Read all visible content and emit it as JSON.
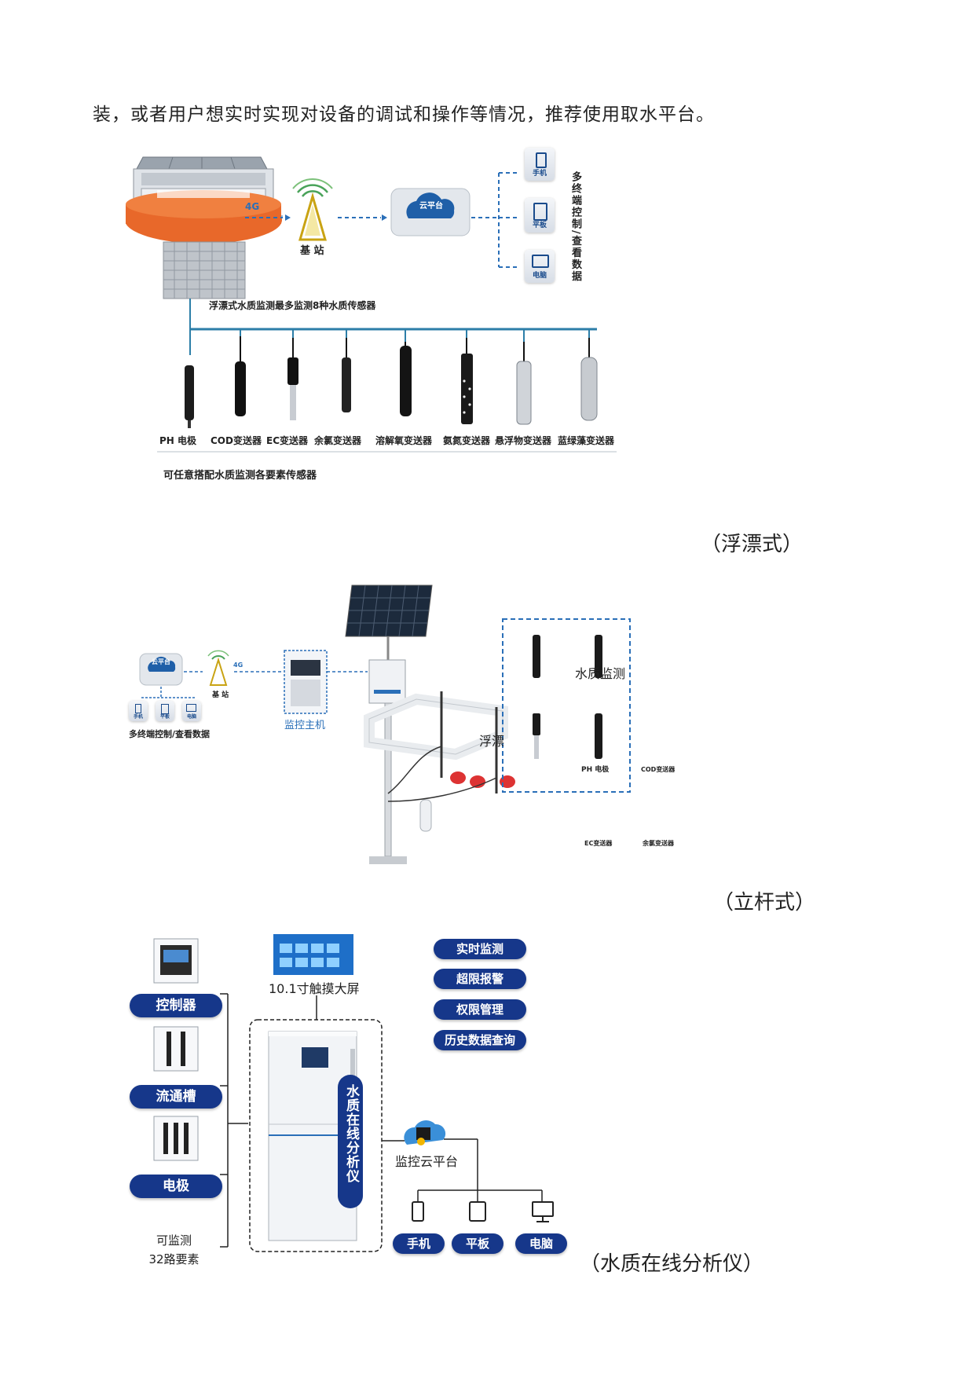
{
  "intro_text": "装，或者用户想实时实现对设备的调试和操作等情况，推荐使用取水平台。",
  "figure1": {
    "signal_label": "4G",
    "base_station": "基 站",
    "cloud": "云平台",
    "terminals": [
      "手机",
      "平板",
      "电脑"
    ],
    "side_label": "多终端控制/查看数据",
    "bus_label": "浮漂式水质监测最多监测8种水质传感器",
    "sensors": [
      "PH 电极",
      "COD变送器",
      "EC变送器",
      "余氯变送器",
      "溶解氧变送器",
      "氨氮变送器",
      "悬浮物变送器",
      "蓝绿藻变送器"
    ],
    "footer_label": "可任意搭配水质监测各要素传感器",
    "caption": "（浮漂式）"
  },
  "figure2": {
    "cloud": "云平台",
    "signal_label": "4G",
    "base_station": "基 站",
    "host_label": "监控主机",
    "terminals": [
      "手机",
      "平板",
      "电脑"
    ],
    "terminal_label": "多终端控制/查看数据",
    "float_label": "浮漂",
    "box_title": "水质监测",
    "box_sensors": [
      "PH 电极",
      "COD变送器",
      "EC变送器",
      "余氯变送器"
    ],
    "caption": "（立杆式）"
  },
  "figure3": {
    "left_items": [
      "控制器",
      "流通槽",
      "电极"
    ],
    "monitor_text": "可监测\n32路要素",
    "screen_label": "10.1寸触摸大屏",
    "features": [
      "实时监测",
      "超限报警",
      "权限管理",
      "历史数据查询"
    ],
    "analyzer_label": "水质在线分析仪",
    "cloud_label": "监控云平台",
    "terminals": [
      "手机",
      "平板",
      "电脑"
    ],
    "caption": "（水质在线分析仪）"
  },
  "colors": {
    "dashed_blue": "#2a6fb8",
    "navy_pill": "#16378a",
    "buoy_orange": "#e8682a",
    "bus_teal": "#2c7ea8"
  }
}
